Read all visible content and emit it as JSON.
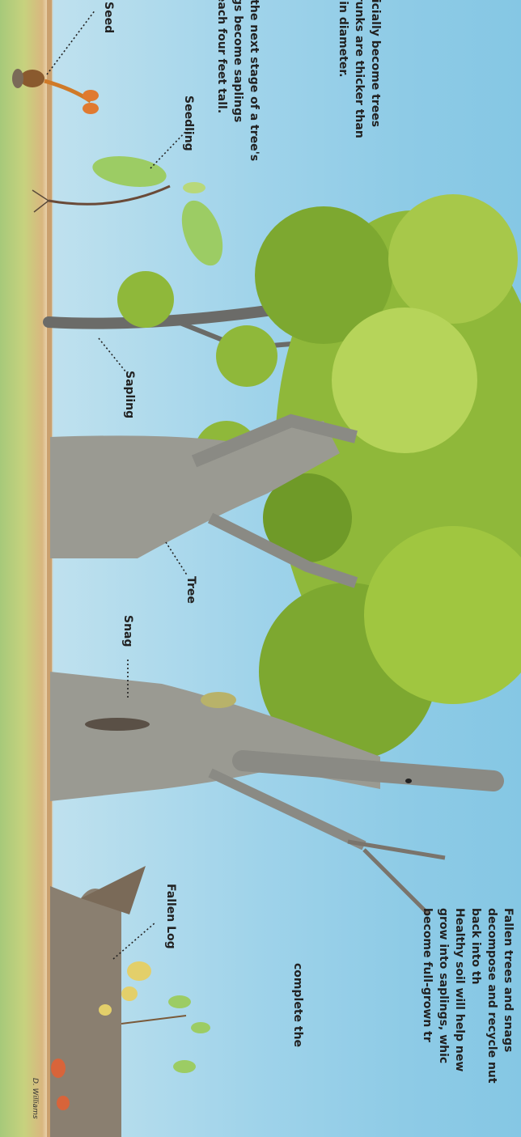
{
  "labels": {
    "seed": "Seed",
    "seedling": "Seedling",
    "sapling": "Sapling",
    "tree": "Tree",
    "snag": "Snag",
    "fallen_log": "Fallen Log"
  },
  "text_left": [
    "s the next stage of a tree's",
    "ngs become saplings",
    "reach four feet tall."
  ],
  "text_tree": [
    "fficially become trees",
    "trunks are thicker than",
    "s in diameter."
  ],
  "text_right": [
    "Fallen trees and snags",
    "decompose and recycle nut",
    "back into th",
    "",
    "Healthy soil will help new",
    "grow into saplings, whic",
    "become full-grown tr"
  ],
  "text_right_extra": "complete the",
  "signature": "D. Williams",
  "colors": {
    "sky": "#8ecbe6",
    "soil": "#d9b77f",
    "grass": "#a6c97a",
    "canopy": "#8fb83a",
    "bark": "#9a9a92"
  }
}
